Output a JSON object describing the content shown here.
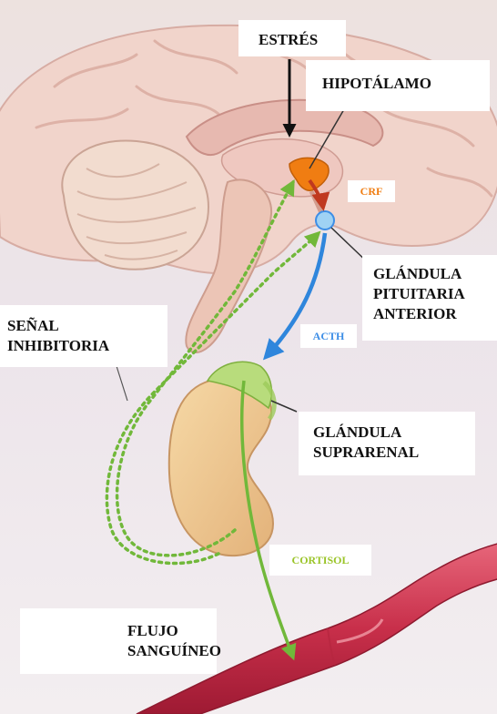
{
  "labels": {
    "stress": "ESTRÉS",
    "hypothalamus": "HIPOTÁLAMO",
    "crf": "CRF",
    "pituitary": "GLÁNDULA\nPITUITARIA\nANTERIOR",
    "inhibitory": "SEÑAL\nINHIBITORIA",
    "acth": "ACTH",
    "adrenal": "GLÁNDULA\nSUPRARENAL",
    "cortisol": "CORTISOL",
    "bloodstream": "FLUJO\nSANGUÍNEO"
  },
  "colors": {
    "crf": "#f07d12",
    "acth": "#3d8ee6",
    "cortisol": "#9ac428",
    "arrow_red": "#c0391f",
    "arrow_blue": "#2f86dc",
    "arrow_green": "#71b83a"
  }
}
